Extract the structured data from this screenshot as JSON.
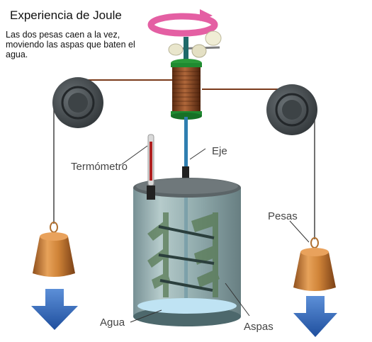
{
  "title": "Experiencia de Joule",
  "description": "Las dos pesas caen a la vez, moviendo las aspas que baten el agua.",
  "labels": {
    "thermometer": "Termómetro",
    "shaft": "Eje",
    "weights": "Pesas",
    "water": "Agua",
    "paddles": "Aspas"
  },
  "icons": [
    "rotation-arrow-icon",
    "down-arrow-icon"
  ],
  "colors": {
    "pulley": "#4a4f52",
    "weight": "#c77a32",
    "arrow": "#2f63b8",
    "water": "#bfe3f3",
    "coil": "#8a4a22",
    "rotation": "#e45fa3"
  }
}
